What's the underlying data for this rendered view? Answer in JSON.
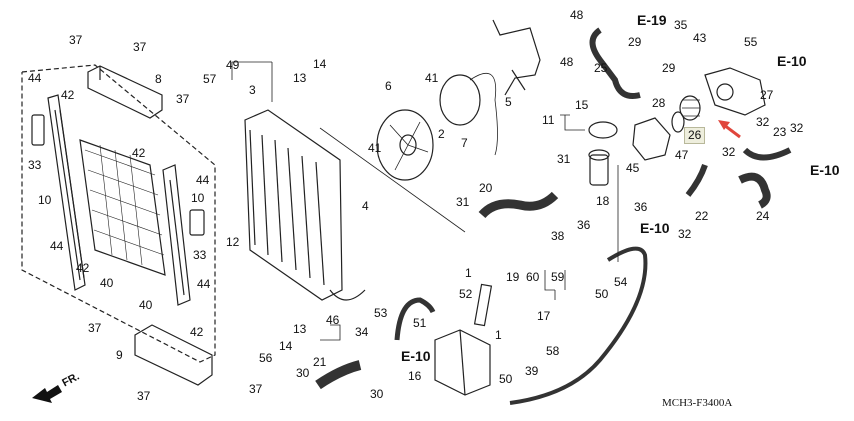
{
  "diagram": {
    "title_code": "MCH3-F3400A",
    "front_indicator": "FR.",
    "highlighted_part": "26",
    "highlight_arrow_color": "#e0463c",
    "highlight_box_bg": "#eeeedd"
  },
  "references": [
    {
      "id": "ref-e19",
      "text": "E-19"
    },
    {
      "id": "ref-e10-a",
      "text": "E-10"
    },
    {
      "id": "ref-e10-b",
      "text": "E-10"
    },
    {
      "id": "ref-e10-c",
      "text": "E-10"
    },
    {
      "id": "ref-e10-d",
      "text": "E-10"
    }
  ],
  "part_labels": [
    "37",
    "37",
    "8",
    "37",
    "44",
    "42",
    "33",
    "42",
    "10",
    "44",
    "10",
    "44",
    "42",
    "12",
    "33",
    "40",
    "40",
    "44",
    "42",
    "37",
    "9",
    "37",
    "37",
    "57",
    "49",
    "3",
    "13",
    "14",
    "41",
    "6",
    "2",
    "41",
    "4",
    "7",
    "5",
    "48",
    "48",
    "25",
    "29",
    "29",
    "35",
    "43",
    "55",
    "27",
    "28",
    "15",
    "11",
    "26",
    "32",
    "23",
    "32",
    "32",
    "47",
    "45",
    "36",
    "31",
    "18",
    "36",
    "38",
    "20",
    "31",
    "60",
    "59",
    "19",
    "1",
    "52",
    "17",
    "50",
    "54",
    "24",
    "22",
    "32",
    "13",
    "14",
    "56",
    "46",
    "34",
    "21",
    "30",
    "30",
    "53",
    "51",
    "1",
    "16",
    "58",
    "39",
    "50"
  ]
}
